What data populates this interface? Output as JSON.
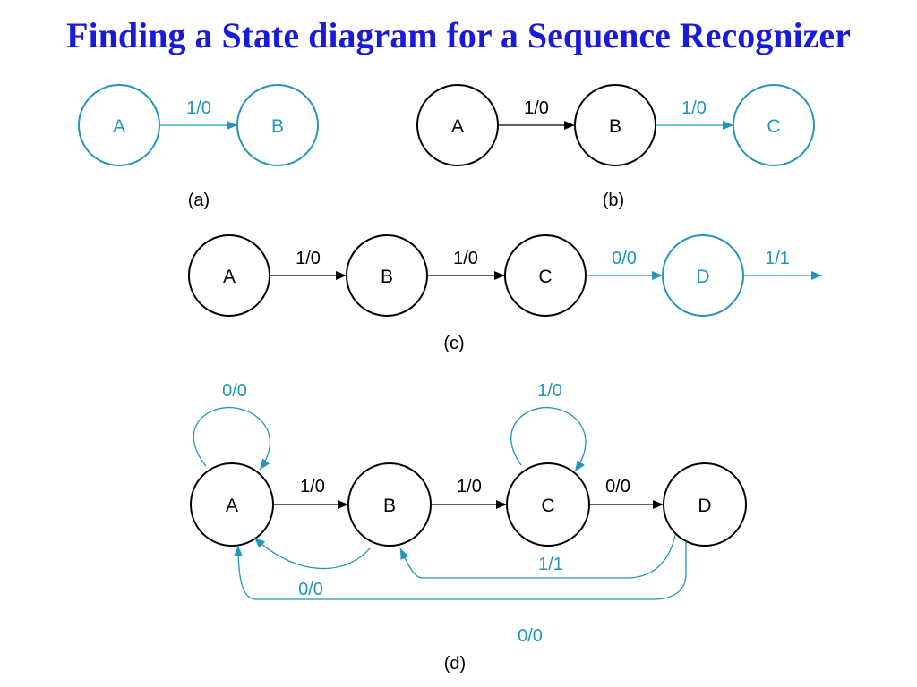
{
  "title": "Finding a State diagram for a Sequence Recognizer",
  "colors": {
    "title": "#1a1adb",
    "accent": "#2196b8",
    "ink": "#000000"
  },
  "diagrams": {
    "a": {
      "caption": "(a)",
      "states": {
        "A": "A",
        "B": "B"
      },
      "edges": {
        "A_B": "1/0"
      }
    },
    "b": {
      "caption": "(b)",
      "states": {
        "A": "A",
        "B": "B",
        "C": "C"
      },
      "edges": {
        "A_B": "1/0",
        "B_C": "1/0"
      }
    },
    "c": {
      "caption": "(c)",
      "states": {
        "A": "A",
        "B": "B",
        "C": "C",
        "D": "D"
      },
      "edges": {
        "A_B": "1/0",
        "B_C": "1/0",
        "C_D": "0/0",
        "D_out": "1/1"
      }
    },
    "d": {
      "caption": "(d)",
      "states": {
        "A": "A",
        "B": "B",
        "C": "C",
        "D": "D"
      },
      "edges": {
        "A_self": "0/0",
        "C_self": "1/0",
        "A_B": "1/0",
        "B_C": "1/0",
        "C_D": "0/0",
        "B_A": "0/0",
        "D_B": "1/1",
        "D_A": "0/0"
      }
    }
  }
}
